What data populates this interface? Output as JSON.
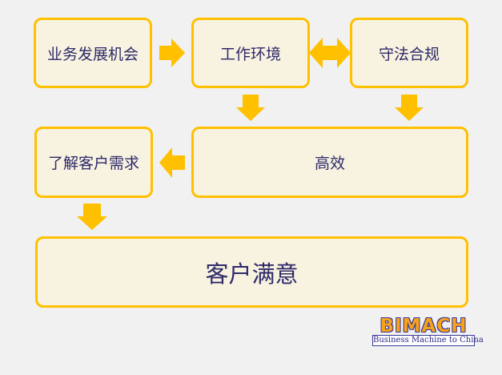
{
  "diagram": {
    "nodes": {
      "business_opportunity": "业务发展机会",
      "work_environment": "工作环境",
      "compliance": "守法合规",
      "efficiency": "高效",
      "understand_customer": "了解客户需求",
      "customer_satisfaction": "客户满意"
    }
  },
  "logo": {
    "name": "BIMACH",
    "tagline": "Business Machine to China"
  },
  "colors": {
    "box_border": "#ffc000",
    "box_fill": "#f8f2e0",
    "arrow": "#ffc000",
    "text": "#2e2a6a",
    "background": "#f1f1f1"
  }
}
